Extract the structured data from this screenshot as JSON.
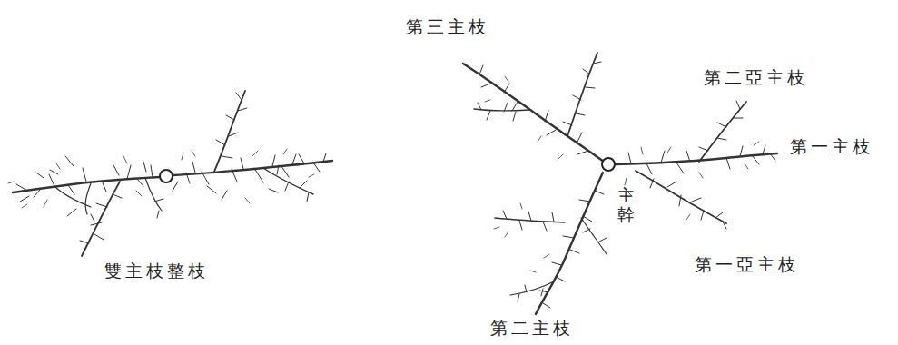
{
  "diagram": {
    "labels": [
      "第三主枝",
      "第二亞主枝",
      "第一主枝",
      "主幹",
      "第一亞主枝",
      "雙主枝整枝",
      "第二主枝"
    ]
  }
}
